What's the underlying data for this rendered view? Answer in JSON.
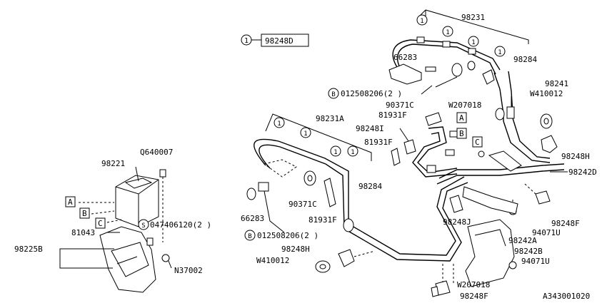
{
  "diagram_id": "A343001020",
  "legend": {
    "marker": "1",
    "part": "98248D"
  },
  "labels": {
    "p98231": "98231",
    "p66283_top": "66283",
    "p98284_top": "98284",
    "p012508206_top": "012508206(2 )",
    "p90371C_top": "90371C",
    "p81931F_top": "81931F",
    "p98248I": "98248I",
    "pW207018_top": "W207018",
    "p81931F_mid": "81931F",
    "p98241": "98241",
    "pW410012_right": "W410012",
    "p98248H_right": "98248H",
    "p98242D": "98242D",
    "p98231A": "98231A",
    "p90371C_left": "90371C",
    "p66283_left": "66283",
    "p81931F_left": "81931F",
    "p98284_left": "98284",
    "p012508206_left": "012508206(2 )",
    "p98248H_bottom": "98248H",
    "pW410012_bottom": "W410012",
    "p98248J": "98248J",
    "p98248F_right": "98248F",
    "p94071U_top": "94071U",
    "p98242A": "98242A",
    "p98242B": "98242B",
    "p94071U_bottom": "94071U",
    "pW207018_bottom": "W207018",
    "p98248F_bottom": "98248F",
    "p98221": "98221",
    "pQ640007": "Q640007",
    "p047406120": "047406120(2 )",
    "p81043": "81043",
    "p98225B": "98225B",
    "pN37002": "N37002"
  },
  "refs": {
    "A": "A",
    "B": "B",
    "C": "C",
    "S": "S",
    "circled": "1",
    "bolt": "B"
  }
}
